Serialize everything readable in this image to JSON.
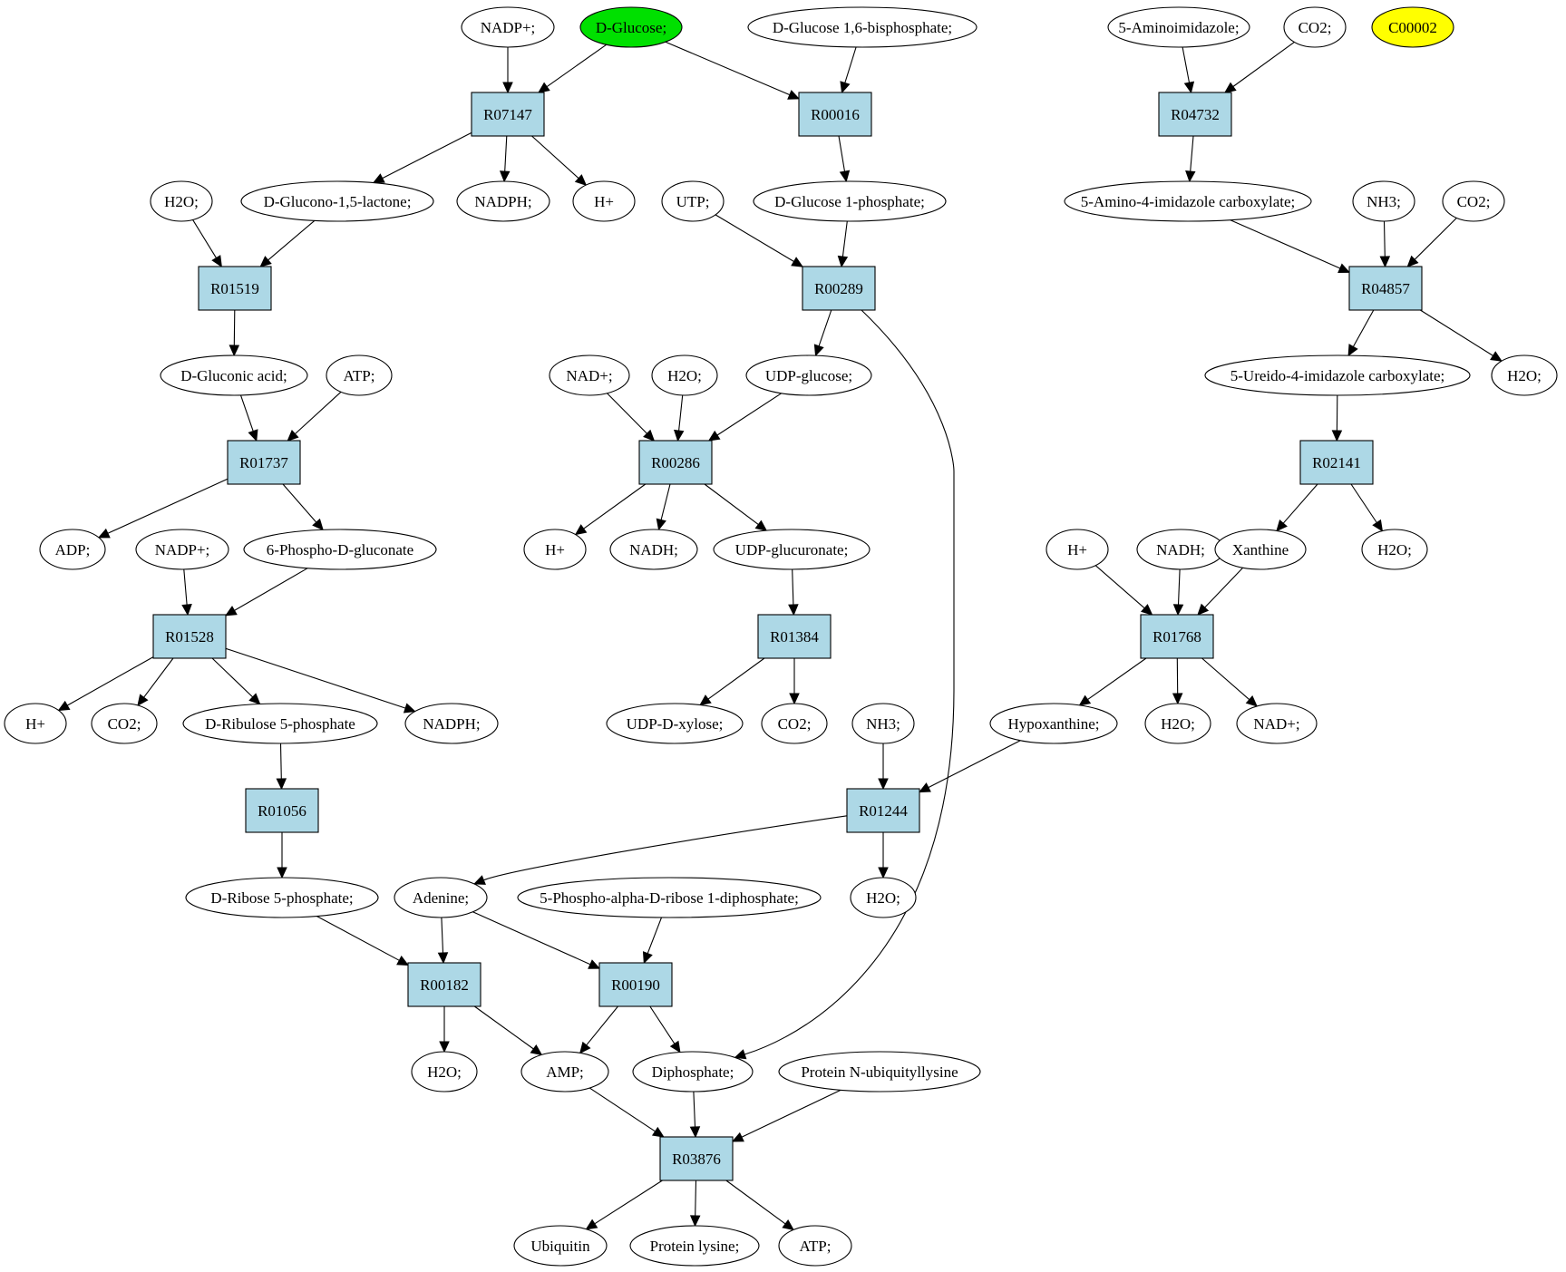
{
  "graph": {
    "reactions": {
      "R07147": "R07147",
      "R00016": "R00016",
      "R04732": "R04732",
      "R01519": "R01519",
      "R00289": "R00289",
      "R04857": "R04857",
      "R01737": "R01737",
      "R00286": "R00286",
      "R02141": "R02141",
      "R01528": "R01528",
      "R01384": "R01384",
      "R01768": "R01768",
      "R01056": "R01056",
      "R01244": "R01244",
      "R00182": "R00182",
      "R00190": "R00190",
      "R03876": "R03876"
    },
    "compounds": {
      "nadp_top": "NADP+;",
      "d_glucose": "D-Glucose;",
      "glc16bp": "D-Glucose 1,6-bisphosphate;",
      "aminoimidazole": "5-Aminoimidazole;",
      "co2_top": "CO2;",
      "c00002": "C00002",
      "h2o_a": "H2O;",
      "glucono_lactone": "D-Glucono-1,5-lactone;",
      "nadph_a": "NADPH;",
      "hplus_a": "H+",
      "utp": "UTP;",
      "glc1p": "D-Glucose 1-phosphate;",
      "aica": "5-Amino-4-imidazole carboxylate;",
      "nh3_a": "NH3;",
      "co2_b": "CO2;",
      "gluconic": "D-Gluconic acid;",
      "atp_a": "ATP;",
      "nad_a": "NAD+;",
      "h2o_b": "H2O;",
      "udp_glucose": "UDP-glucose;",
      "ureido": "5-Ureido-4-imidazole carboxylate;",
      "h2o_c": "H2O;",
      "adp": "ADP;",
      "nadp_b": "NADP+;",
      "phosphogluconate": "6-Phospho-D-gluconate",
      "hplus_b": "H+",
      "nadh_a": "NADH;",
      "udp_glucuronate": "UDP-glucuronate;",
      "hplus_c": "H+",
      "nadh_b": "NADH;",
      "xanthine": "Xanthine",
      "h2o_d": "H2O;",
      "hplus_d": "H+",
      "co2_c": "CO2;",
      "ribulose5p": "D-Ribulose 5-phosphate",
      "nadph_b": "NADPH;",
      "udp_xylose": "UDP-D-xylose;",
      "co2_d": "CO2;",
      "nh3_b": "NH3;",
      "hypoxanthine": "Hypoxanthine;",
      "h2o_e": "H2O;",
      "nad_b": "NAD+;",
      "ribose5p": "D-Ribose 5-phosphate;",
      "adenine": "Adenine;",
      "prpp": "5-Phospho-alpha-D-ribose 1-diphosphate;",
      "h2o_f": "H2O;",
      "h2o_g": "H2O;",
      "amp": "AMP;",
      "diphosphate": "Diphosphate;",
      "protein_ub": "Protein N-ubiquityllysine",
      "ubiquitin": "Ubiquitin",
      "protein_lysine": "Protein lysine;",
      "atp_b": "ATP;"
    },
    "colors": {
      "reaction_fill": "#add8e6",
      "start_fill": "#00e000",
      "target_fill": "#ffff00",
      "default_fill": "#ffffff",
      "stroke": "#000000"
    }
  }
}
